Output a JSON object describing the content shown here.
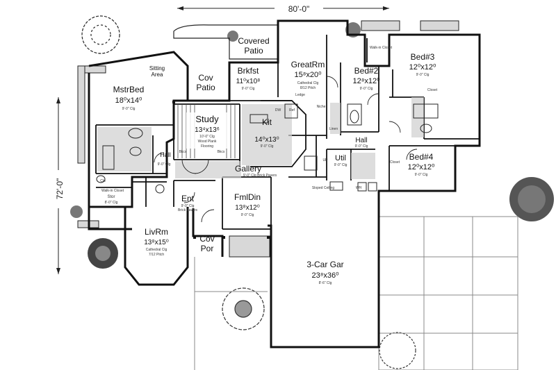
{
  "plan": {
    "overall_width": "80'-0\"",
    "overall_depth": "72'-0\"",
    "rooms": {
      "covered_patio": {
        "name1": "Covered",
        "name2": "Patio"
      },
      "great_room": {
        "name": "GreatRm",
        "size": "15⁸x20⁰",
        "note1": "Cathedral Clg",
        "note2": "8/12 Pitch"
      },
      "bed2": {
        "name": "Bed#2",
        "size": "12⁸x12⁰",
        "note": "9'-0\" Clg"
      },
      "bed3": {
        "name": "Bed#3",
        "size": "12⁰x12⁰",
        "note": "9'-0\" Clg"
      },
      "bed4": {
        "name": "Bed#4",
        "size": "12⁰x12⁰",
        "note": "9'-0\" Clg"
      },
      "master_bed": {
        "name": "MstrBed",
        "size": "18⁰x14⁰",
        "note": "9'-0\" Clg"
      },
      "sitting_area": {
        "name1": "Sitting",
        "name2": "Area"
      },
      "cov_patio": {
        "name1": "Cov",
        "name2": "Patio"
      },
      "brkfst": {
        "name": "Brkfst",
        "size": "11⁰x10⁸",
        "note": "9'-0\" Clg"
      },
      "study": {
        "name": "Study",
        "size": "13⁴x13⁶",
        "note1": "10'-0\" Clg",
        "note2": "Wood Plank",
        "note3": "Flooring"
      },
      "kit": {
        "name": "Kit",
        "size": "14⁰x13⁰",
        "note": "9'-0\" Clg"
      },
      "gallery": {
        "name": "Gallery",
        "note": "9'-0\" Clg  Brick Pavers"
      },
      "ent": {
        "name": "Ent",
        "note1": "9'-0\" Clg",
        "note2": "Brick Pavers"
      },
      "fml_din": {
        "name": "FmlDin",
        "size": "13⁸x12⁰",
        "note": "9'-0\" Clg"
      },
      "liv_rm": {
        "name": "LivRm",
        "size": "13⁸x15⁰",
        "note1": "Cathedral Clg",
        "note2": "7/12 Pitch"
      },
      "cov_por": {
        "name1": "Cov",
        "name2": "Por"
      },
      "garage": {
        "name": "3-Car Gar",
        "size": "23⁸x36⁰",
        "note": "8'-6\" Clg"
      },
      "util": {
        "name": "Util",
        "note": "9'-0\" Clg"
      },
      "hall_east": {
        "name": "Hall",
        "note": "9'-0\" Clg"
      },
      "hall_west": {
        "name": "Hall",
        "note": "9'-0\" Clg"
      },
      "storage": {
        "name1": "Stor",
        "name2": "8'-0\" Clg"
      }
    },
    "small_labels": {
      "walk_in_closet_left": "Walk-in Closet",
      "walk_in_closet_bed3": "Walk-in Closet",
      "closet_bed3": "Closet",
      "closet_bed4": "Closet",
      "linen": "Linen",
      "ledge": "Ledge",
      "niche": "Niche",
      "dw": "DW",
      "ref": "Ref",
      "bkcs_left": "Bkcs",
      "bkcs_right": "Bkcs",
      "up": "UP",
      "stoppable_ceiling": "Sloped Ceiling",
      "wh": "WH",
      "clo": "Clo"
    }
  }
}
